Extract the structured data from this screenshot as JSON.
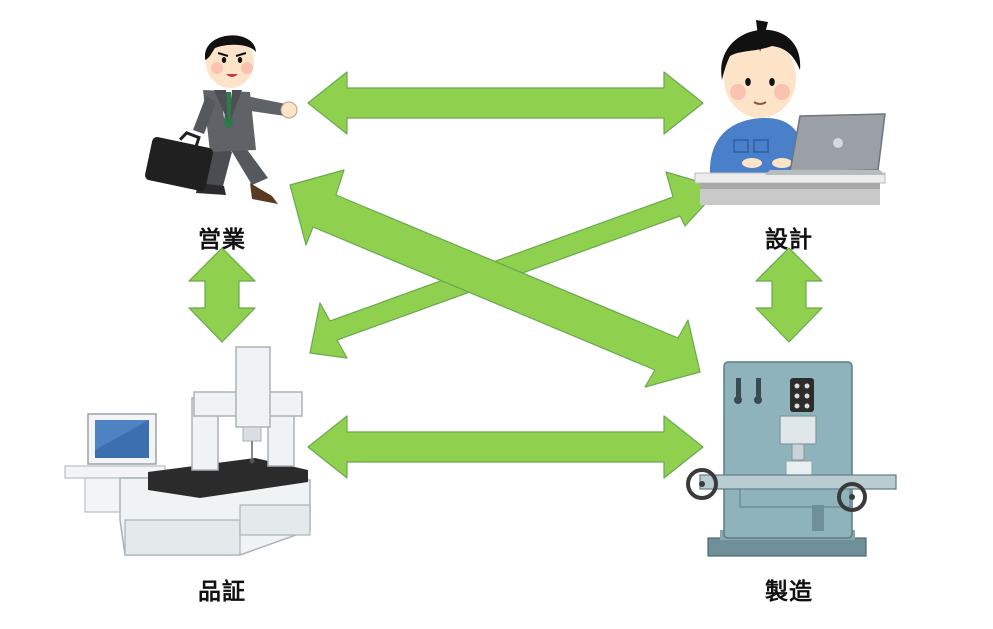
{
  "nodes": {
    "sales": {
      "label": "営業"
    },
    "design": {
      "label": "設計"
    },
    "qa": {
      "label": "品証"
    },
    "manufacturing": {
      "label": "製造"
    }
  },
  "colors": {
    "arrow_fill": "#8fd14f",
    "arrow_stroke": "#6aa84f",
    "suit": "#55595e",
    "shirt_blue": "#4a7fc9",
    "machine_body": "#8fb3bb",
    "measuring_frame": "#f0f3f4",
    "skin": "#fde3c8",
    "hair": "#111111"
  },
  "icons": {
    "sales": "running-businessman-icon",
    "design": "engineer-with-laptop-icon",
    "qa": "coordinate-measuring-machine-icon",
    "manufacturing": "milling-machine-icon"
  }
}
